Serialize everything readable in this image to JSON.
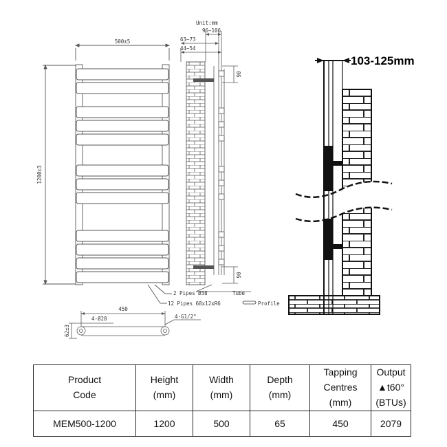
{
  "drawing": {
    "unit_label": "Unit:mm",
    "width_dim": "500±5",
    "height_dim": "1200±3",
    "dim_63_73": "63~73",
    "dim_96_106": "96~106",
    "dim_44_54": "44~54",
    "dim_90_top": "90",
    "dim_90_bottom": "90",
    "pipes_label": "2 Pipes Ø38",
    "tube_label": "Tube",
    "profile_pipes_label": "12 Pipes 68x12xR6",
    "profile_label": "Profile",
    "centres_dim": "450",
    "holes_28": "4-Ø28",
    "thread_label": "4-G1/2\"",
    "side_dim": "62±3",
    "wall_gap": "103-125mm"
  },
  "table": {
    "headers": [
      [
        "Product",
        "Code"
      ],
      [
        "Height",
        "(mm)"
      ],
      [
        "Width",
        "(mm)"
      ],
      [
        "Depth",
        "(mm)"
      ],
      [
        "Tapping",
        "Centres",
        "(mm)"
      ],
      [
        "Output",
        "▲t60° (BTUs)"
      ]
    ],
    "row": [
      "MEM500-1200",
      "1200",
      "500",
      "65",
      "450",
      "2079"
    ]
  }
}
